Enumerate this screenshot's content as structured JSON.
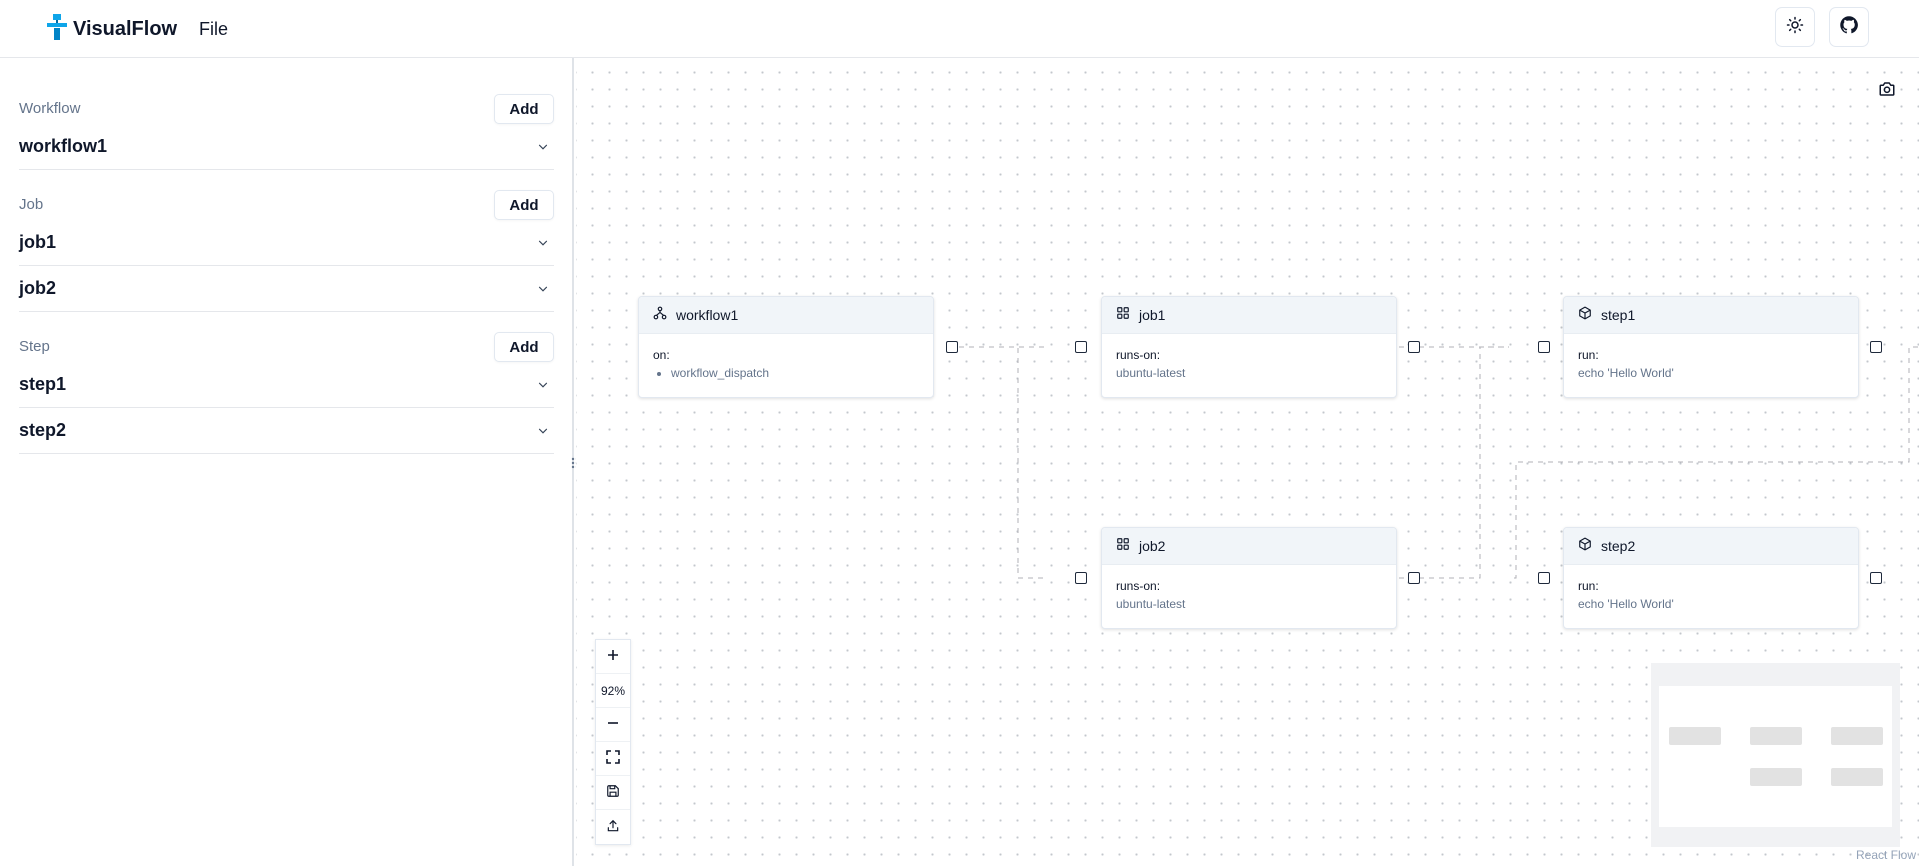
{
  "app": {
    "name": "VisualFlow",
    "menu_file": "File"
  },
  "header": {
    "theme_icon": "sun-icon",
    "github_icon": "github-icon"
  },
  "sidebar": {
    "sections": [
      {
        "label": "Workflow",
        "add_label": "Add",
        "items": [
          "workflow1"
        ]
      },
      {
        "label": "Job",
        "add_label": "Add",
        "items": [
          "job1",
          "job2"
        ]
      },
      {
        "label": "Step",
        "add_label": "Add",
        "items": [
          "step1",
          "step2"
        ]
      }
    ]
  },
  "canvas": {
    "nodes": {
      "workflow1": {
        "title": "workflow1",
        "key": "on:",
        "list": [
          "workflow_dispatch"
        ],
        "icon": "workflow-icon"
      },
      "job1": {
        "title": "job1",
        "key": "runs-on:",
        "value": "ubuntu-latest",
        "icon": "grid-icon"
      },
      "job2": {
        "title": "job2",
        "key": "runs-on:",
        "value": "ubuntu-latest",
        "icon": "grid-icon"
      },
      "step1": {
        "title": "step1",
        "key": "run:",
        "value": "echo 'Hello World'",
        "icon": "box-icon"
      },
      "step2": {
        "title": "step2",
        "key": "run:",
        "value": "echo 'Hello World'",
        "icon": "box-icon"
      }
    },
    "zoom_level": "92%",
    "attribution": "React Flow",
    "colors": {
      "edge": "#b1b1b7",
      "node_header": "#f1f5f9",
      "logo_accent": "#0ea5e9"
    }
  }
}
